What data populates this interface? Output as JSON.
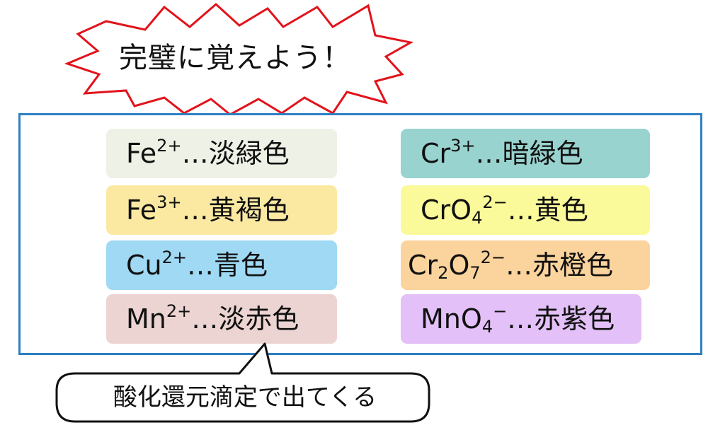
{
  "headline": "完璧に覚えよう！",
  "left": [
    {
      "ion": "Fe",
      "charge": "2+",
      "sep": "…",
      "color": "淡緑色",
      "bg": "#eef1e6"
    },
    {
      "ion": "Fe",
      "charge": "3+",
      "sep": "…",
      "color": "黄褐色",
      "bg": "#fbe9a2"
    },
    {
      "ion": "Cu",
      "charge": "2+",
      "sep": "…",
      "color": "青色",
      "bg": "#9fd9f4"
    },
    {
      "ion": "Mn",
      "charge": "2+",
      "sep": "…",
      "color": "淡赤色",
      "bg": "#ecd4d2"
    }
  ],
  "right": [
    {
      "ion": "Cr",
      "charge": "3+",
      "sep": "…",
      "color": "暗緑色",
      "bg": "#98d3cf"
    },
    {
      "ion": "CrO",
      "sub1": "4",
      "charge": "2−",
      "sep": "…",
      "color": "黄色",
      "bg": "#fafa9a"
    },
    {
      "ion": "Cr",
      "sub1": "2",
      "ion2": "O",
      "sub2": "7",
      "charge": "2−",
      "sep": "…",
      "color": "赤橙色",
      "bg": "#fbd39c"
    },
    {
      "ion": "MnO",
      "sub1": "4",
      "charge": "−",
      "sep": "…",
      "color": "赤紫色",
      "bg": "#e3c0f7"
    }
  ],
  "note": "酸化還元滴定で出てくる",
  "colors": {
    "frame": "#2f7fc2",
    "burst_stroke": "#e2131b"
  }
}
